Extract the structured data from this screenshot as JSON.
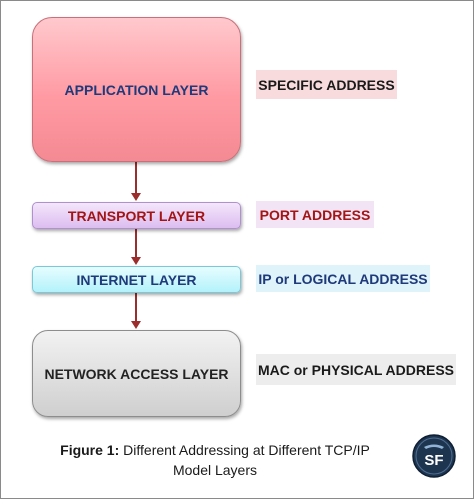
{
  "layers": {
    "application": "APPLICATION LAYER",
    "transport": "TRANSPORT LAYER",
    "internet": "INTERNET LAYER",
    "network_access": "NETWORK ACCESS LAYER"
  },
  "addresses": {
    "specific": "SPECIFIC ADDRESS",
    "port": "PORT ADDRESS",
    "ip": "IP or LOGICAL ADDRESS",
    "mac": "MAC or PHYSICAL ADDRESS"
  },
  "caption": {
    "label": "Figure 1:",
    "text": "Different Addressing at Different TCP/IP",
    "text_line2": "Model Layers"
  },
  "logo": {
    "text": "SF",
    "icon": "sf-logo-icon"
  },
  "colors": {
    "arrow": "#9b2d2d",
    "application_fill": "#ff9aa3",
    "transport_fill": "#dcbdf0",
    "internet_fill": "#b3f2fb",
    "network_fill": "#cfcfcf",
    "port_text": "#a31515",
    "navy_text": "#1f3a7a"
  }
}
